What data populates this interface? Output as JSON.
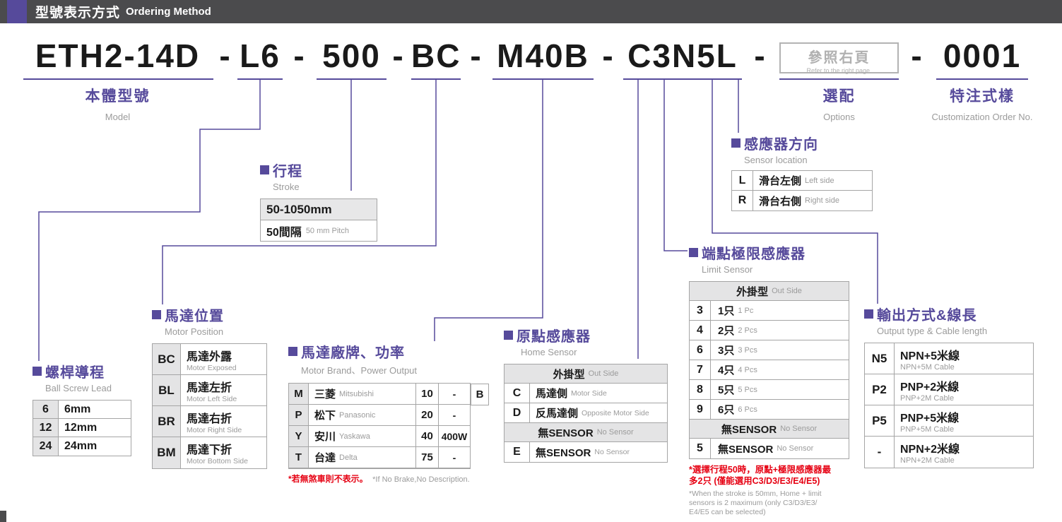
{
  "header": {
    "title_zh": "型號表示方式",
    "title_en": "Ordering Method"
  },
  "model": {
    "separator": "-",
    "seg1": "ETH2-14D",
    "seg2": "L6",
    "seg3": "500",
    "seg4": "BC",
    "seg5": "M40B",
    "seg6": "C3N5L",
    "seg8": "0001",
    "options_box_zh": "參照右頁",
    "options_box_en": "Refer to the right page.",
    "label_model_zh": "本體型號",
    "label_model_en": "Model",
    "label_options_zh": "選配",
    "label_options_en": "Options",
    "label_custom_zh": "特注式樣",
    "label_custom_en": "Customization Order No."
  },
  "ball_screw_lead": {
    "title_zh": "螺桿導程",
    "title_en": "Ball Screw Lead",
    "rows": [
      {
        "code": "6",
        "value": "6mm"
      },
      {
        "code": "12",
        "value": "12mm"
      },
      {
        "code": "24",
        "value": "24mm"
      }
    ]
  },
  "stroke": {
    "title_zh": "行程",
    "title_en": "Stroke",
    "range": "50-1050mm",
    "pitch_zh": "50間隔",
    "pitch_en": "50 mm Pitch"
  },
  "motor_position": {
    "title_zh": "馬達位置",
    "title_en": "Motor Position",
    "rows": [
      {
        "code": "BC",
        "zh": "馬達外露",
        "en": "Motor Exposed"
      },
      {
        "code": "BL",
        "zh": "馬達左折",
        "en": "Motor Left Side"
      },
      {
        "code": "BR",
        "zh": "馬達右折",
        "en": "Motor Right Side"
      },
      {
        "code": "BM",
        "zh": "馬達下折",
        "en": "Motor Bottom Side"
      }
    ]
  },
  "motor_brand": {
    "title_zh": "馬達廠牌、功率",
    "title_en": "Motor Brand、Power Output",
    "rows": [
      {
        "code": "M",
        "zh": "三菱",
        "en": "Mitsubishi",
        "pcode": "10",
        "power": "-",
        "brake": "B"
      },
      {
        "code": "P",
        "zh": "松下",
        "en": "Panasonic",
        "pcode": "20",
        "power": "-"
      },
      {
        "code": "Y",
        "zh": "安川",
        "en": "Yaskawa",
        "pcode": "40",
        "power": "400W"
      },
      {
        "code": "T",
        "zh": "台達",
        "en": "Delta",
        "pcode": "75",
        "power": "-"
      }
    ],
    "note_zh": "*若無煞車則不表示。",
    "note_en": "*If No Brake,No Description."
  },
  "home_sensor": {
    "title_zh": "原點感應器",
    "title_en": "Home Sensor",
    "header1_zh": "外掛型",
    "header1_en": "Out Side",
    "rows": [
      {
        "code": "C",
        "zh": "馬達側",
        "en": "Motor Side"
      },
      {
        "code": "D",
        "zh": "反馬達側",
        "en": "Opposite Motor Side"
      }
    ],
    "header2_zh": "無SENSOR",
    "header2_en": "No Sensor",
    "row_none": {
      "code": "E",
      "zh": "無SENSOR",
      "en": "No Sensor"
    }
  },
  "limit_sensor": {
    "title_zh": "端點極限感應器",
    "title_en": "Limit Sensor",
    "header1_zh": "外掛型",
    "header1_en": "Out Side",
    "rows": [
      {
        "code": "3",
        "zh": "1只",
        "en": "1 Pc"
      },
      {
        "code": "4",
        "zh": "2只",
        "en": "2 Pcs"
      },
      {
        "code": "6",
        "zh": "3只",
        "en": "3 Pcs"
      },
      {
        "code": "7",
        "zh": "4只",
        "en": "4 Pcs"
      },
      {
        "code": "8",
        "zh": "5只",
        "en": "5 Pcs"
      },
      {
        "code": "9",
        "zh": "6只",
        "en": "6 Pcs"
      }
    ],
    "header2_zh": "無SENSOR",
    "header2_en": "No Sensor",
    "row_none": {
      "code": "5",
      "zh": "無SENSOR",
      "en": "No Sensor"
    },
    "note_zh": [
      "*選擇行程50時，原點+極限感應器最",
      "多2只 (僅能選用C3/D3/E3/E4/E5)"
    ],
    "note_en": [
      "*When the stroke is 50mm, Home + limit",
      "sensors is 2 maximum (only C3/D3/E3/",
      "E4/E5 can be selected)"
    ]
  },
  "sensor_location": {
    "title_zh": "感應器方向",
    "title_en": "Sensor location",
    "rows": [
      {
        "code": "L",
        "zh": "滑台左側",
        "en": "Left side"
      },
      {
        "code": "R",
        "zh": "滑台右側",
        "en": "Right side"
      }
    ]
  },
  "output": {
    "title_zh": "輸出方式&線長",
    "title_en": "Output type & Cable length",
    "rows": [
      {
        "code": "N5",
        "zh": "NPN+5米線",
        "en": "NPN+5M Cable"
      },
      {
        "code": "P2",
        "zh": "PNP+2米線",
        "en": "PNP+2M Cable"
      },
      {
        "code": "P5",
        "zh": "PNP+5米線",
        "en": "PNP+5M Cable"
      },
      {
        "code": "-",
        "zh": "NPN+2米線",
        "en": "NPN+2M Cable"
      }
    ]
  },
  "colors": {
    "accent_purple": "#564a9b",
    "note_red": "#e60012",
    "header_bg": "#4b4b4d"
  }
}
